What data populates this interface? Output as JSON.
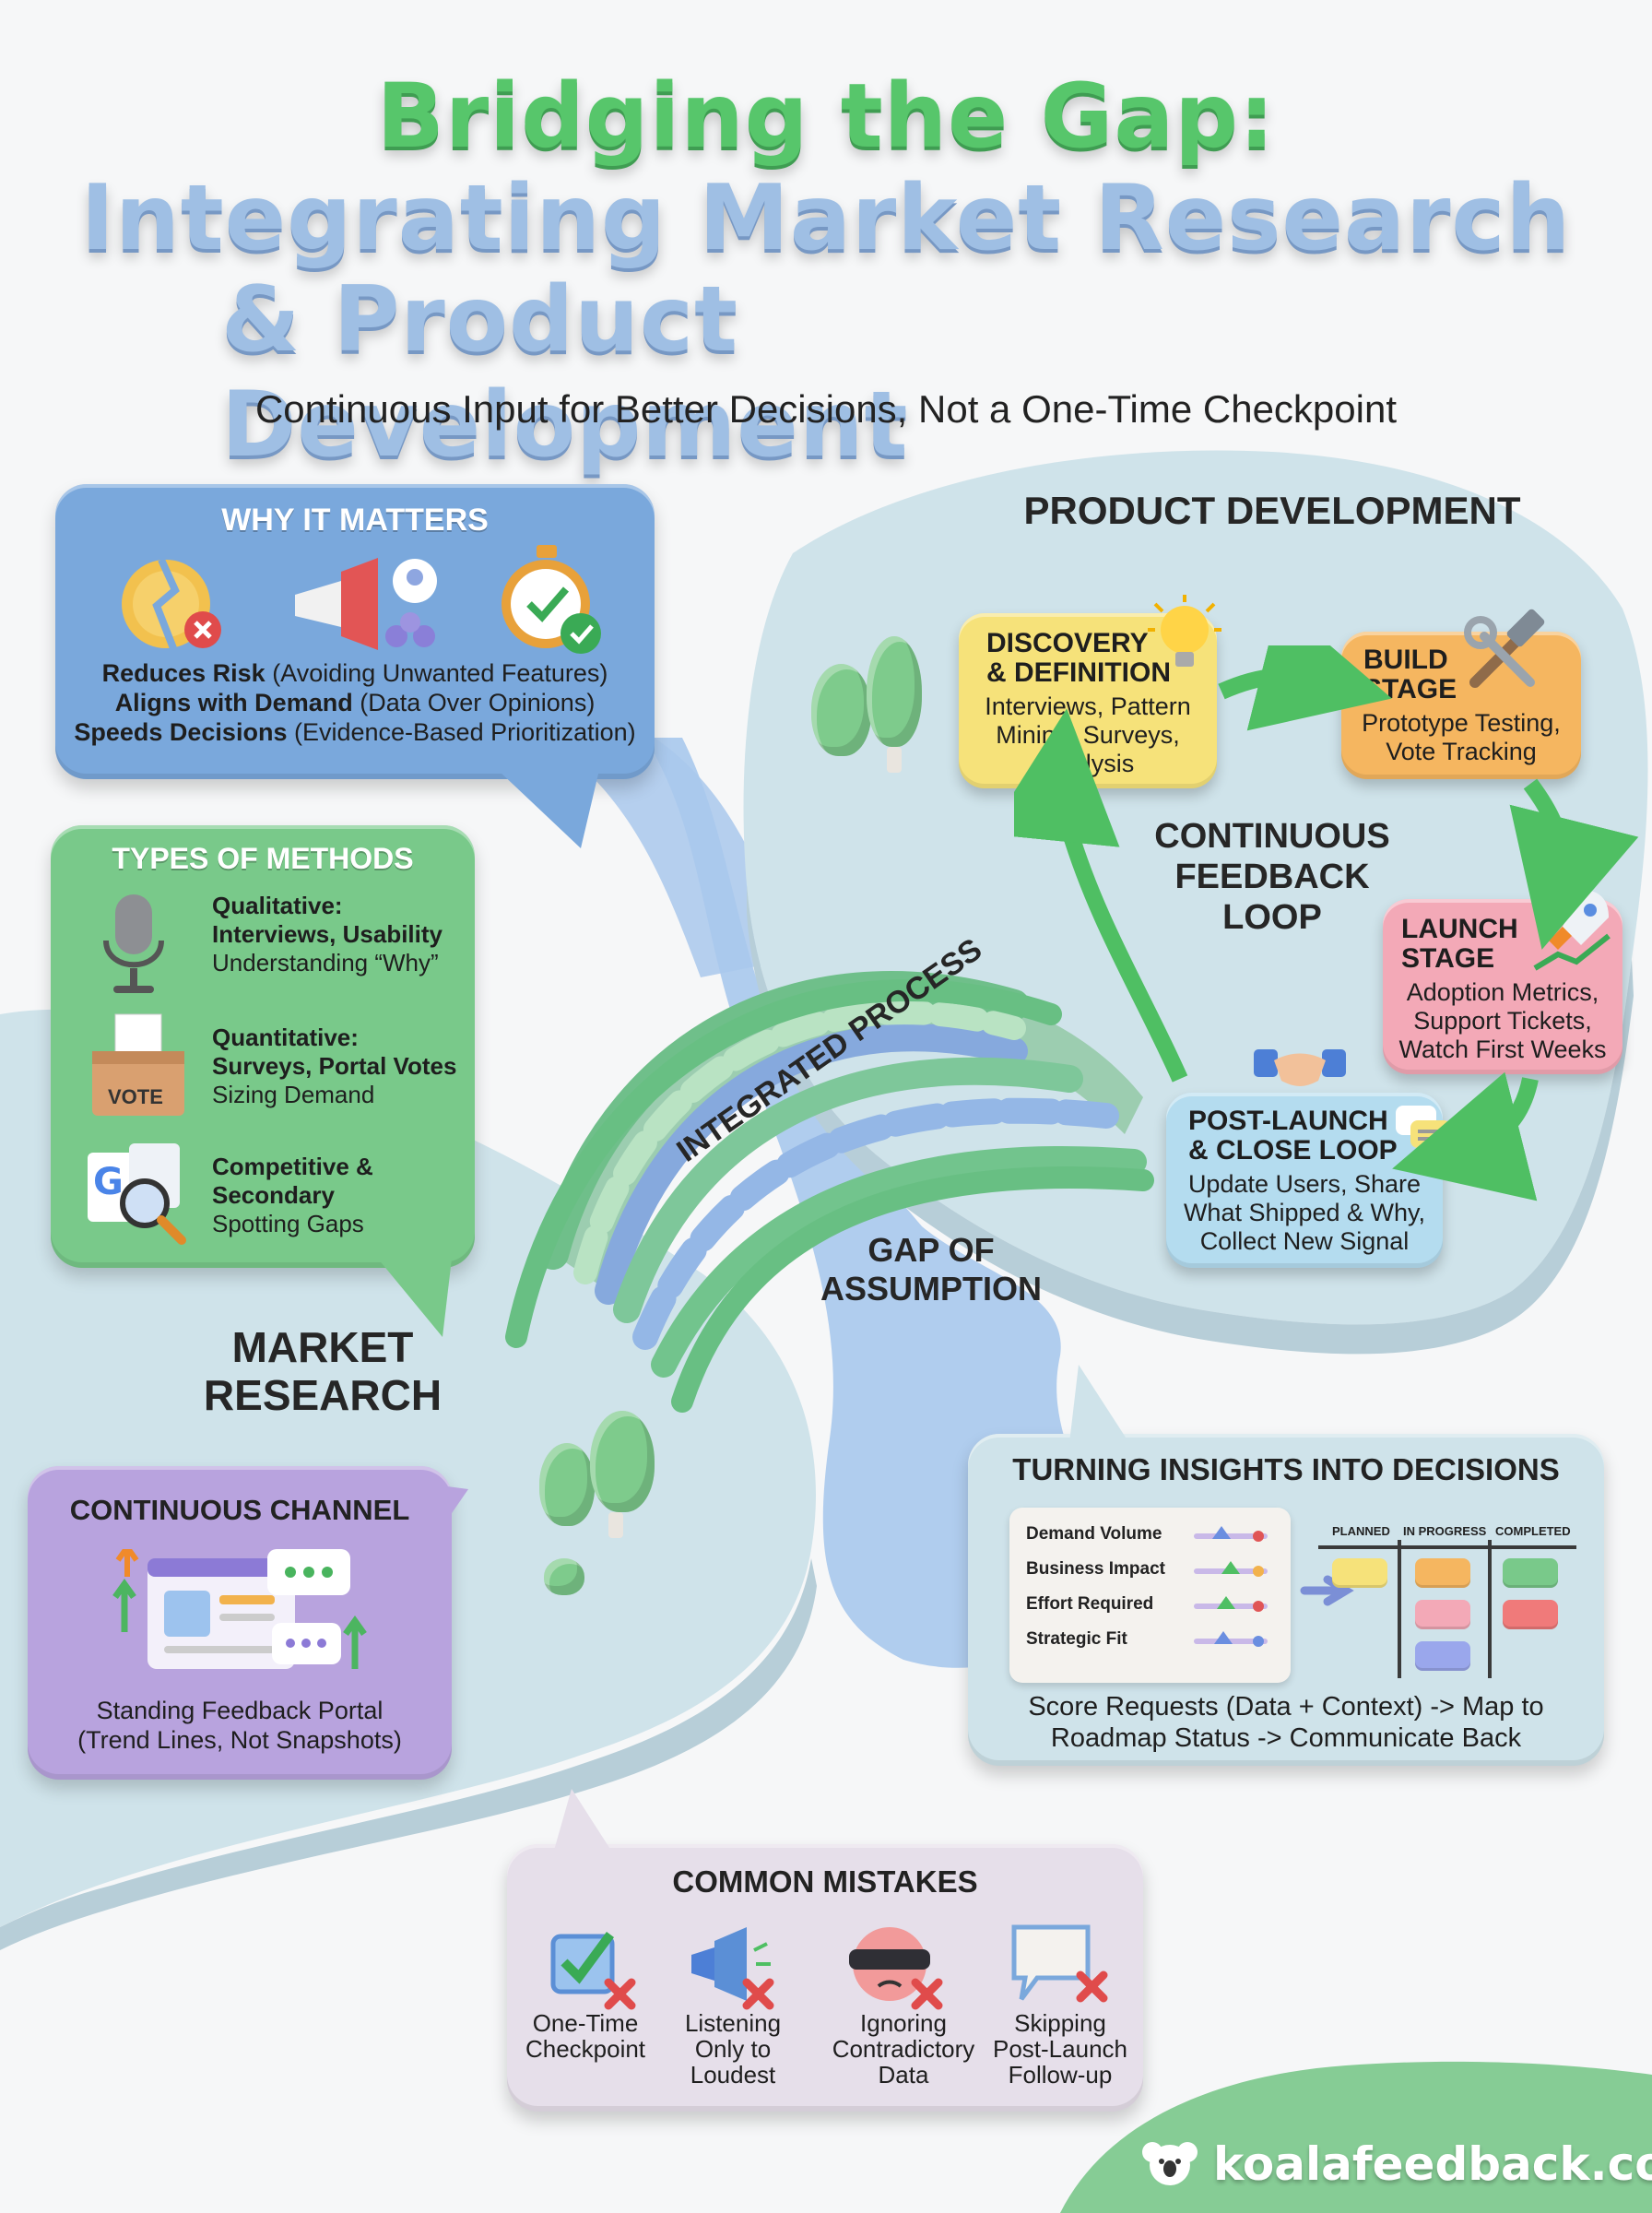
{
  "title": {
    "line1": "Bridging the Gap:",
    "line2": "Integrating Market Research",
    "line3": "& Product Development",
    "subtitle": "Continuous Input for Better Decisions, Not a One-Time Checkpoint"
  },
  "why_it_matters": {
    "heading": "WHY IT MATTERS",
    "items": [
      {
        "bold": "Reduces Risk",
        "rest": " (Avoiding Unwanted Features)",
        "icon": "broken-coin-icon"
      },
      {
        "bold": "Aligns with Demand",
        "rest": " (Data Over Opinions)",
        "icon": "megaphone-users-icon"
      },
      {
        "bold": "Speeds Decisions",
        "rest": " (Evidence-Based Prioritization)",
        "icon": "stopwatch-check-icon"
      }
    ]
  },
  "types_of_methods": {
    "heading": "TYPES OF METHODS",
    "items": [
      {
        "title": "Qualitative:",
        "line2": "Interviews, Usability",
        "line3": "Understanding “Why”",
        "icon": "microphone-icon"
      },
      {
        "title": "Quantitative:",
        "line2": "Surveys, Portal Votes",
        "line3": "Sizing Demand",
        "icon": "ballot-box-icon",
        "badge": "VOTE"
      },
      {
        "title": "Competitive &",
        "line2": "Secondary",
        "line3": "Spotting Gaps",
        "icon": "search-documents-icon"
      }
    ]
  },
  "market_research": {
    "label_line1": "MARKET",
    "label_line2": "RESEARCH"
  },
  "continuous_channel": {
    "heading": "CONTINUOUS CHANNEL",
    "line1": "Standing Feedback Portal",
    "line2": "(Trend Lines, Not Snapshots)",
    "icon": "feedback-portal-icon"
  },
  "bridge": {
    "label": "INTEGRATED PROCESS"
  },
  "gap": {
    "line1": "GAP OF",
    "line2": "ASSUMPTION"
  },
  "product_development": {
    "heading": "PRODUCT DEVELOPMENT",
    "loop_line1": "CONTINUOUS",
    "loop_line2": "FEEDBACK",
    "loop_line3": "LOOP",
    "stages": {
      "discovery": {
        "title1": "DISCOVERY",
        "title2": "& DEFINITION",
        "b1": "Interviews, Pattern",
        "b2": "Mining, Surveys,",
        "b3": "Analysis",
        "icon": "lightbulb-icon"
      },
      "build": {
        "title1": "BUILD",
        "title2": "STAGE",
        "b1": "Prototype Testing,",
        "b2": "Vote Tracking",
        "icon": "tools-icon"
      },
      "launch": {
        "title1": "LAUNCH",
        "title2": "STAGE",
        "b1": "Adoption Metrics,",
        "b2": "Support Tickets,",
        "b3": "Watch First Weeks",
        "icon": "rocket-chart-icon"
      },
      "postlaunch": {
        "title1": "POST-LAUNCH",
        "title2": "& CLOSE LOOP",
        "b1": "Update Users, Share",
        "b2": "What Shipped & Why,",
        "b3": "Collect New Signal",
        "icon": "chat-bubbles-icon"
      }
    }
  },
  "insights": {
    "heading": "TURNING INSIGHTS INTO DECISIONS",
    "criteria": [
      "Demand Volume",
      "Business Impact",
      "Effort Required",
      "Strategic Fit"
    ],
    "columns": [
      "PLANNED",
      "IN PROGRESS",
      "COMPLETED"
    ],
    "line1": "Score Requests (Data + Context) -> Map to",
    "line2": "Roadmap Status -> Communicate Back"
  },
  "mistakes": {
    "heading": "COMMON MISTAKES",
    "items": [
      {
        "l1": "One-Time",
        "l2": "Checkpoint",
        "l3": "",
        "icon": "checkbox-x-icon"
      },
      {
        "l1": "Listening",
        "l2": "Only to",
        "l3": "Loudest",
        "icon": "megaphone-x-icon"
      },
      {
        "l1": "Ignoring",
        "l2": "Contradictory",
        "l3": "Data",
        "icon": "blindfold-face-icon"
      },
      {
        "l1": "Skipping",
        "l2": "Post-Launch",
        "l3": "Follow-up",
        "icon": "empty-bubble-x-icon"
      }
    ]
  },
  "brand": {
    "text": "koalafeedback.com",
    "icon": "koala-icon"
  },
  "colors": {
    "green": "#57c66b",
    "blue_title": "#9fbfe4",
    "panel_blue": "#7aa8dc",
    "panel_green": "#79c98a",
    "panel_purple": "#b8a3de",
    "land": "#cfe3ea",
    "river": "#a9c8ec",
    "card_yellow": "#f6e27a",
    "card_orange": "#f5b660",
    "card_pink": "#f3a9b7",
    "card_blue": "#b4dcef"
  }
}
